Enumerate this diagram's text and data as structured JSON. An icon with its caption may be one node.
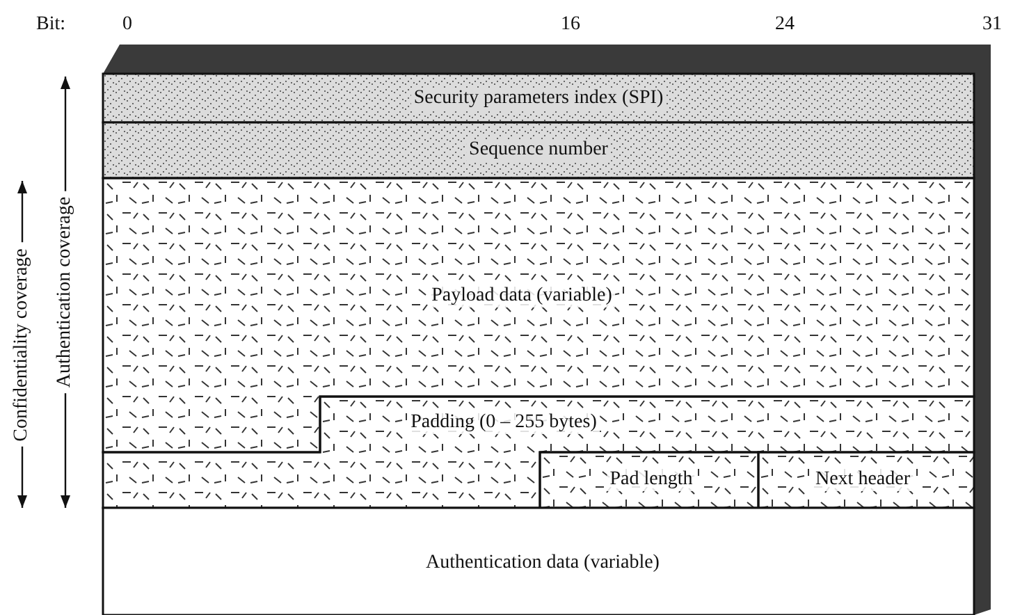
{
  "diagram": {
    "nodes": [
      {
        "text": [
          "Security parameters index (SPI)"
        ]
      },
      {
        "text": [
          "Sequence number"
        ]
      },
      {
        "text": [
          "Payload data (variable)"
        ]
      },
      {
        "text": [
          "Padding (0 – 255 bytes)"
        ]
      },
      {
        "text": [
          "Pad length"
        ]
      },
      {
        "text": [
          "Next header"
        ]
      },
      {
        "text": [
          "Authentication data (variable)"
        ]
      }
    ],
    "labels": [
      "Bit:",
      "0",
      "16",
      "24",
      "31",
      "Confidentiality coverage",
      "Authentication coverage"
    ]
  }
}
